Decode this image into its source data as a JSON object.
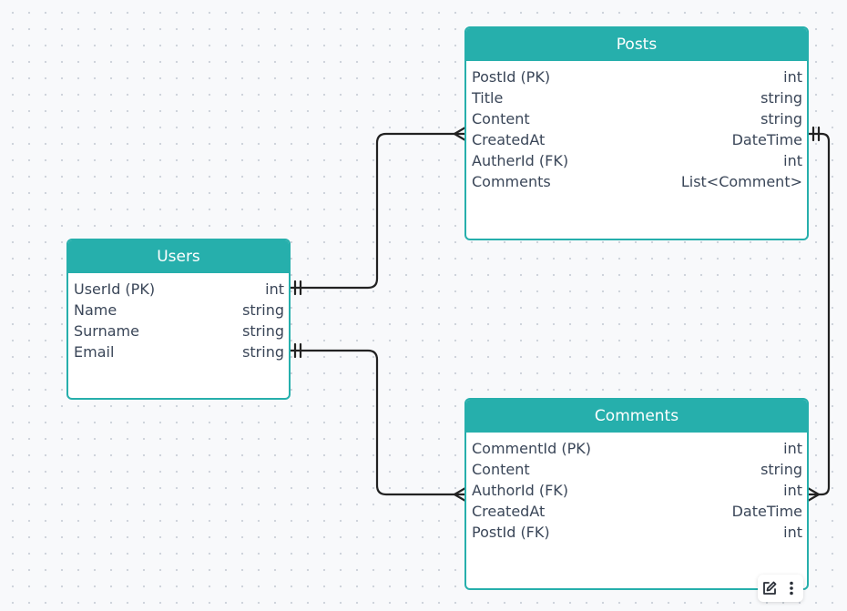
{
  "entities": {
    "posts": {
      "title": "Posts",
      "fields": [
        {
          "name": "PostId (PK)",
          "type": "int"
        },
        {
          "name": "Title",
          "type": "string"
        },
        {
          "name": "Content",
          "type": "string"
        },
        {
          "name": "CreatedAt",
          "type": "DateTime"
        },
        {
          "name": "AutherId (FK)",
          "type": "int"
        },
        {
          "name": "Comments",
          "type": "List<Comment>"
        }
      ]
    },
    "users": {
      "title": "Users",
      "fields": [
        {
          "name": "UserId (PK)",
          "type": "int"
        },
        {
          "name": "Name",
          "type": "string"
        },
        {
          "name": "Surname",
          "type": "string"
        },
        {
          "name": "Email",
          "type": "string"
        }
      ]
    },
    "comments": {
      "title": "Comments",
      "fields": [
        {
          "name": "CommentId (PK)",
          "type": "int"
        },
        {
          "name": "Content",
          "type": "string"
        },
        {
          "name": "AuthorId (FK)",
          "type": "int"
        },
        {
          "name": "CreatedAt",
          "type": "DateTime"
        },
        {
          "name": "PostId (FK)",
          "type": "int"
        }
      ]
    }
  },
  "relationships": [
    {
      "from": "Users.UserId (PK)",
      "to": "Posts.CreatedAt",
      "from_cardinality": "one",
      "to_cardinality": "many"
    },
    {
      "from": "Users.Email",
      "to": "Comments.AuthorId (FK)",
      "from_cardinality": "one",
      "to_cardinality": "many"
    },
    {
      "from": "Posts.CreatedAt",
      "to": "Comments.AuthorId (FK)",
      "from_cardinality": "one",
      "to_cardinality": "many"
    }
  ],
  "toolbar": {
    "edit_icon": "edit-icon",
    "more_icon": "more-vertical-icon"
  },
  "colors": {
    "accent": "#26afac",
    "line": "#222222",
    "background": "#f8f9fb"
  }
}
